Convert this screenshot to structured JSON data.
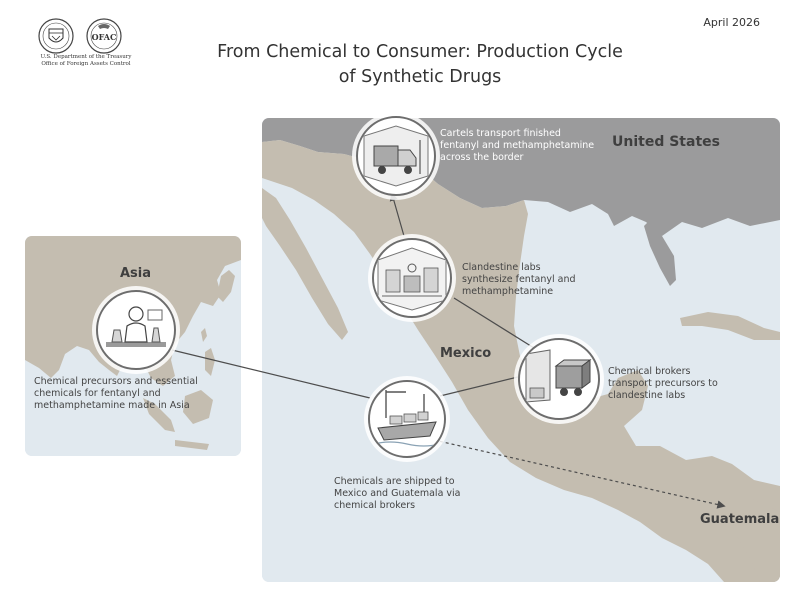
{
  "header": {
    "date": "April 2026",
    "title_line1": "From Chemical to Consumer: Production Cycle",
    "title_line2": "of Synthetic Drugs",
    "seal_caption_line1": "U.S. Department of the Treasury",
    "seal_caption_line2": "Office of Foreign Assets Control",
    "ofac_seal_text": "OFAC"
  },
  "regions": {
    "asia": "Asia",
    "mexico": "Mexico",
    "united_states": "United States",
    "guatemala": "Guatemala"
  },
  "steps": [
    {
      "id": "asia",
      "icon": "scientist-lab-icon",
      "caption": [
        "Chemical precursors and essential",
        "chemicals for fentanyl and",
        "methamphetamine made in Asia"
      ]
    },
    {
      "id": "shipping",
      "icon": "cargo-ship-icon",
      "caption": [
        "Chemicals are shipped to",
        "Mexico and Guatemala via",
        "chemical brokers"
      ]
    },
    {
      "id": "brokers",
      "icon": "truck-crates-icon",
      "caption": [
        "Chemical brokers",
        "transport precursors to",
        "clandestine labs"
      ]
    },
    {
      "id": "labs",
      "icon": "clandestine-lab-icon",
      "caption": [
        "Clandestine labs",
        "synthesize fentanyl and",
        "methamphetamine"
      ]
    },
    {
      "id": "border",
      "icon": "border-truck-icon",
      "caption": [
        "Cartels transport finished",
        "fentanyl and methamphetamine",
        "across the border"
      ]
    }
  ],
  "colors": {
    "land": "#c4bdb0",
    "us_land": "#9b9b9c",
    "water": "#e1e9ef",
    "connector": "#4d4d4d"
  }
}
